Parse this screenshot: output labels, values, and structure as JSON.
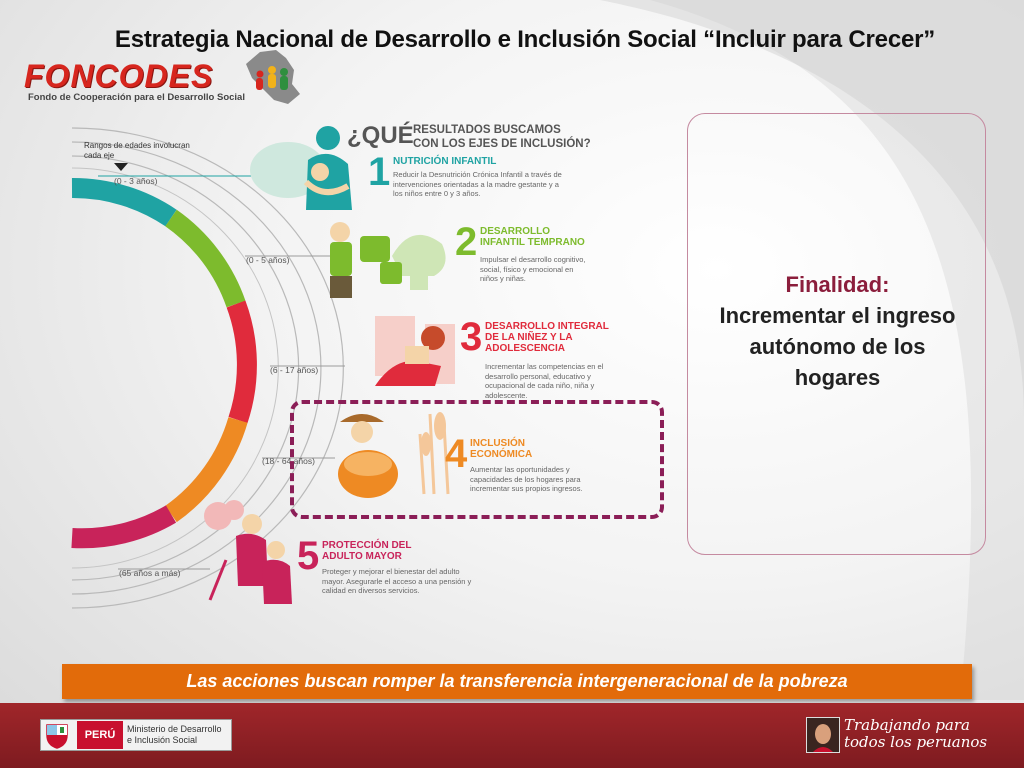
{
  "slide": {
    "title": "Estrategia Nacional de Desarrollo e Inclusión Social “Incluir para Crecer”"
  },
  "logo": {
    "name": "FONCODES",
    "subtitle": "Fondo de Cooperación para el Desarrollo Social"
  },
  "infographic": {
    "age_caption": "Rangos de edades involucran cada eje",
    "header_question": "¿QUÉ",
    "header_rest_line1": "RESULTADOS BUSCAMOS",
    "header_rest_line2": "CON LOS EJES DE INCLUSIÓN?",
    "age_ranges": [
      "(0 - 3 años)",
      "(0 - 5 años)",
      "(6 - 17 años)",
      "(18 - 64 años)",
      "(65 años a más)"
    ],
    "axes": [
      {
        "number": "1",
        "title_lines": [
          "NUTRICIÓN INFANTIL"
        ],
        "description": "Reducir la Desnutrición Crónica Infantil a través de intervenciones orientadas a la madre gestante y a los niños entre 0 y 3 años.",
        "color": "#1fa3a3"
      },
      {
        "number": "2",
        "title_lines": [
          "DESARROLLO",
          "INFANTIL TEMPRANO"
        ],
        "description": "Impulsar el desarrollo cognitivo, social, físico y emocional en niños y niñas.",
        "color": "#7dbb2d"
      },
      {
        "number": "3",
        "title_lines": [
          "DESARROLLO INTEGRAL",
          "DE LA NIÑEZ Y LA",
          "ADOLESCENCIA"
        ],
        "description": "Incrementar las competencias en el desarrollo personal, educativo y ocupacional de cada niño, niña y adolescente.",
        "color": "#e02b3c"
      },
      {
        "number": "4",
        "title_lines": [
          "INCLUSIÓN",
          "ECONÓMICA"
        ],
        "description": "Aumentar las oportunidades y capacidades de los hogares para incrementar sus propios ingresos.",
        "color": "#ee8a23"
      },
      {
        "number": "5",
        "title_lines": [
          "PROTECCIÓN DEL",
          "ADULTO MAYOR"
        ],
        "description": "Proteger y mejorar el bienestar del adulto mayor. Asegurarle el acceso a una pensión y calidad en diversos servicios.",
        "color": "#c8235a"
      }
    ],
    "highlight_color": "#8b1e57"
  },
  "finality": {
    "heading": "Finalidad:",
    "line1": "Incrementar el ingreso",
    "line2": "autónomo de los",
    "line3": "hogares"
  },
  "banner": {
    "text": "Las acciones buscan romper la transferencia intergeneracional de la pobreza",
    "color": "#e26b0a"
  },
  "footer": {
    "country": "PERÚ",
    "ministry_line1": "Ministerio de Desarrollo",
    "ministry_line2": "e Inclusión Social",
    "slogan_line1": "Trabajando para",
    "slogan_line2": "todos los peruanos",
    "color": "#8e2025"
  },
  "icons": [
    "peru-map-icon",
    "peru-coat-of-arms-icon",
    "mother-baby-icon",
    "child-blocks-icon",
    "reading-girl-icon",
    "farmer-basket-icon",
    "elderly-couple-icon"
  ]
}
